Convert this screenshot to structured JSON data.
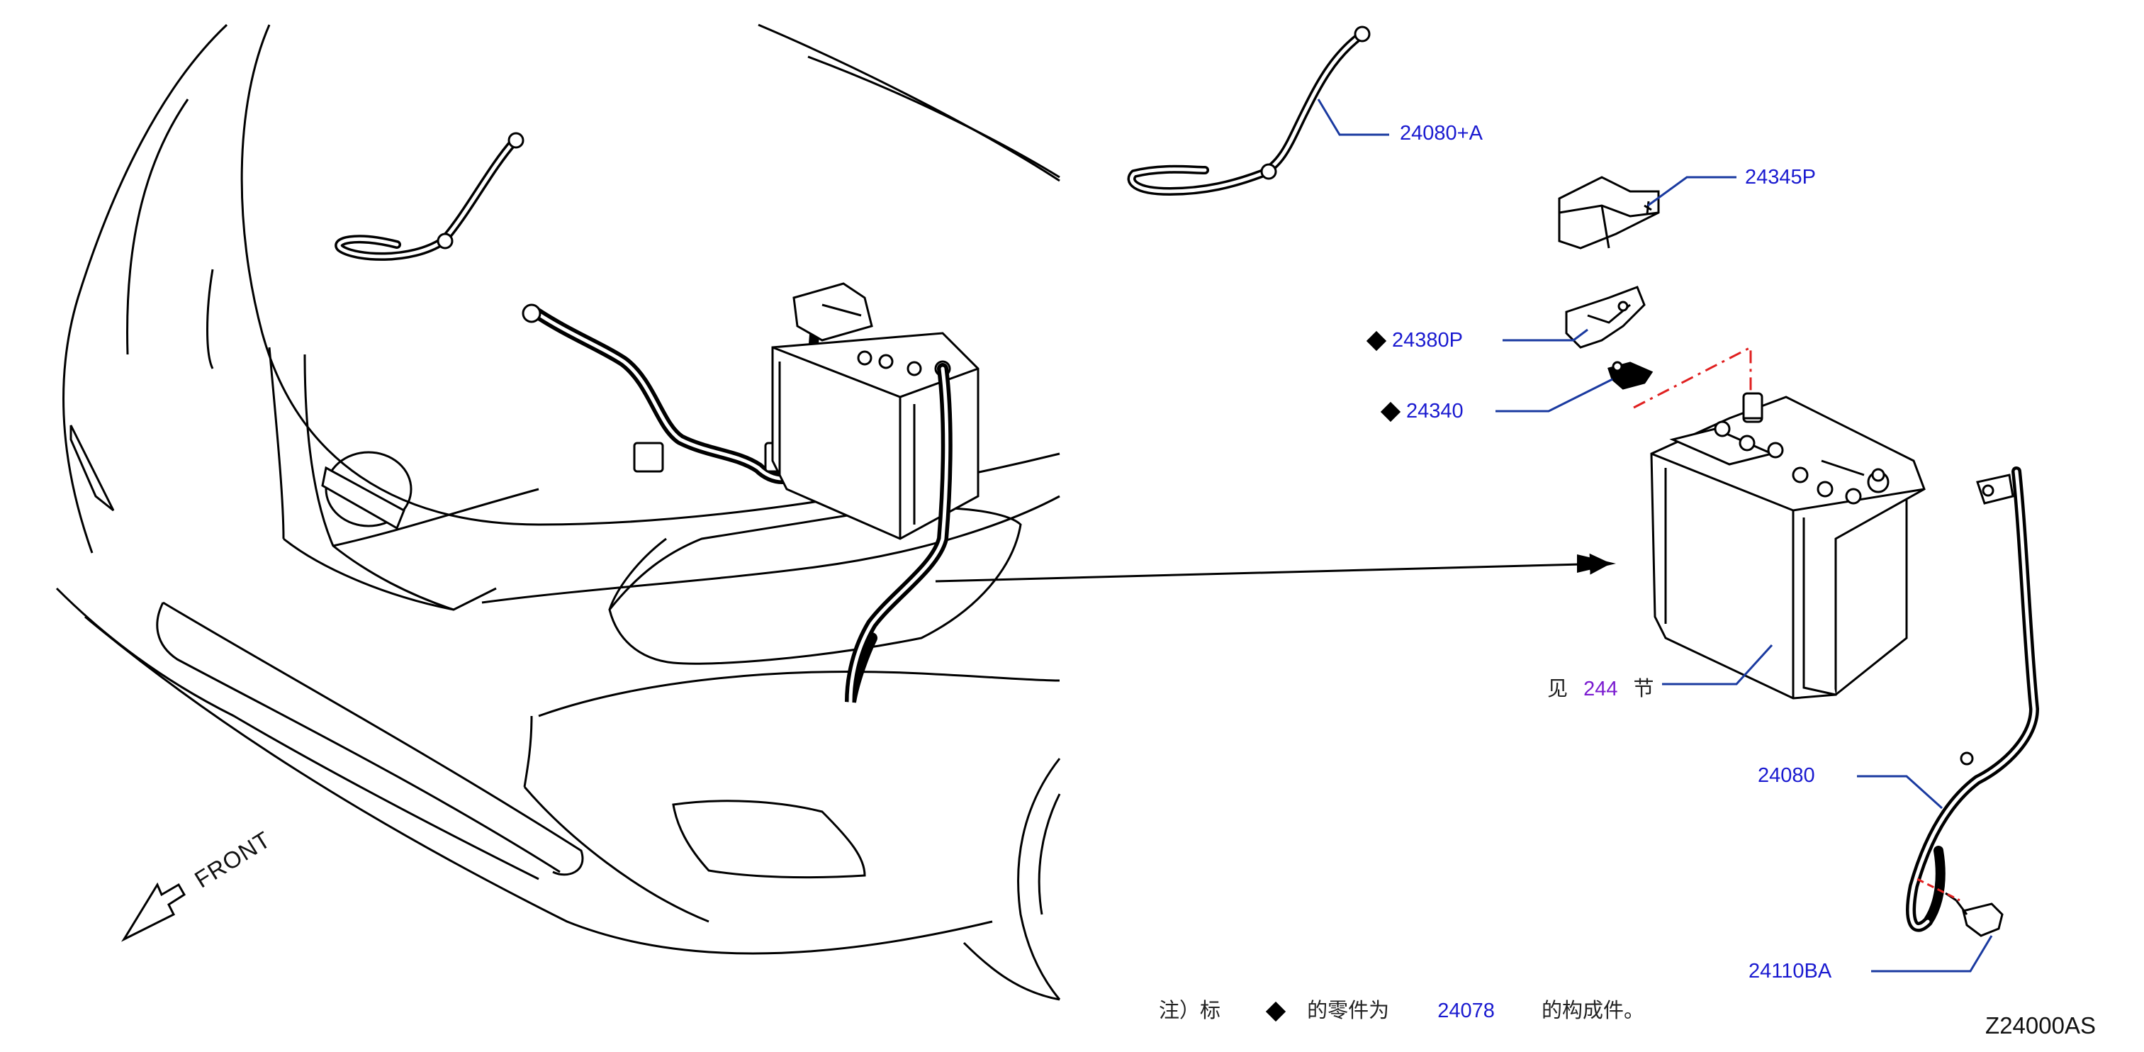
{
  "callouts": {
    "p24080a": "24080+A",
    "p24345p": "24345P",
    "p24380p": "24380P",
    "p24340": "24340",
    "p24080": "24080",
    "p24110ba": "24110BA",
    "see_prefix": "见",
    "see_section": "244",
    "see_suffix": "节"
  },
  "note": {
    "prefix": "注）标",
    "mid": "的零件为",
    "part": "24078",
    "suffix": "的构成件。"
  },
  "front_label": "FRONT",
  "diagram_code": "Z24000AS",
  "colors": {
    "callout_text": "#1a1ad0",
    "leader_line": "#1a3aa0",
    "dash_line": "#e02020",
    "drawing": "#000000"
  }
}
